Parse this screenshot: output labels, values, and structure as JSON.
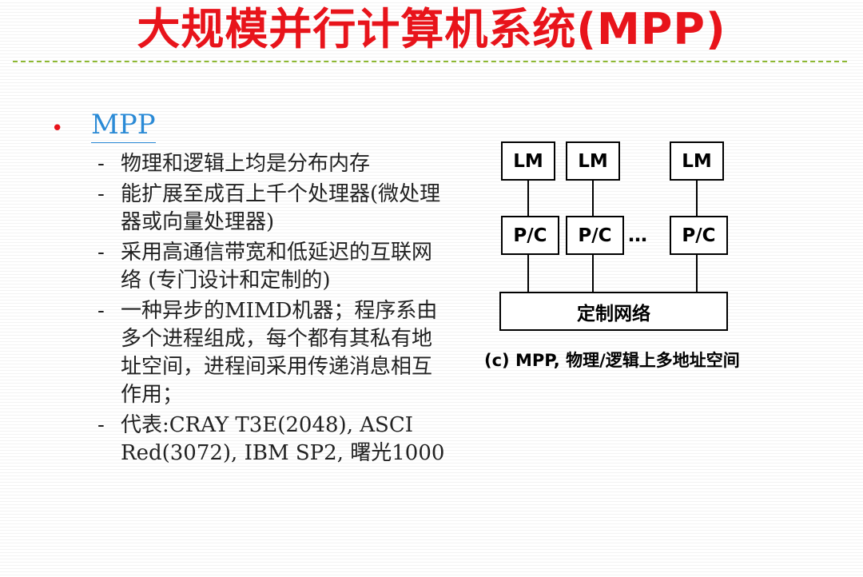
{
  "slide": {
    "title": "大规模并行计算机系统(MPP)",
    "bullet": {
      "heading": "MPP",
      "items": [
        "物理和逻辑上均是分布内存",
        "能扩展至成百上千个处理器(微处理器或向量处理器)",
        "采用高通信带宽和低延迟的互联网络 (专门设计和定制的)",
        "一种异步的MIMD机器；程序系由多个进程组成，每个都有其私有地址空间，进程间采用传递消息相互作用；",
        "代表:CRAY T3E(2048), ASCI Red(3072), IBM SP2, 曙光1000"
      ]
    }
  },
  "diagram": {
    "lm_labels": [
      "LM",
      "LM",
      "LM"
    ],
    "pc_labels": [
      "P/C",
      "P/C",
      "P/C"
    ],
    "ellipsis": "…",
    "network_label": "定制网络",
    "caption": "(c) MPP, 物理/逻辑上多地址空间"
  }
}
